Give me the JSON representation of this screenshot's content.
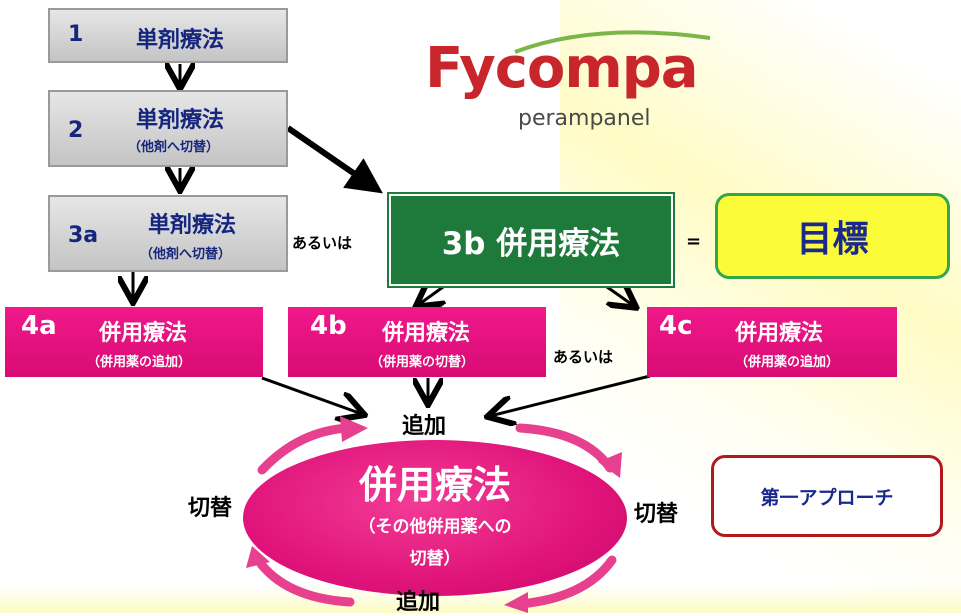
{
  "logo": {
    "brand": "Fycompa",
    "generic": "perampanel"
  },
  "steps": {
    "s1": {
      "num": "1",
      "main": "単剤療法"
    },
    "s2": {
      "num": "2",
      "main": "単剤療法",
      "sub": "（他剤へ切替）"
    },
    "s3a": {
      "num": "3a",
      "main": "単剤療法",
      "sub": "（他剤へ切替）"
    },
    "s3b": {
      "label": "3b 併用療法"
    },
    "s4a": {
      "num": "4a",
      "main": "併用療法",
      "sub": "（併用薬の追加）"
    },
    "s4b": {
      "num": "4b",
      "main": "併用療法",
      "sub": "（併用薬の切替）"
    },
    "s4c": {
      "num": "4c",
      "main": "併用療法",
      "sub": "（併用薬の追加）"
    }
  },
  "connectors": {
    "or_left": "あるいは",
    "or_right": "あるいは",
    "equals": "=",
    "add_top": "追加",
    "add_bottom": "追加",
    "switch_left": "切替",
    "switch_right": "切替"
  },
  "goal": "目標",
  "center": {
    "main": "併用療法",
    "sub1": "（その他併用薬への",
    "sub2": "切替）"
  },
  "approach": "第一アプローチ",
  "colors": {
    "navy": "#16267e",
    "pink": "#e0137a",
    "green": "#1d7a3a",
    "yellow": "#fbfb3a",
    "logo_red": "#c8262b",
    "logo_green": "#7ab648"
  }
}
